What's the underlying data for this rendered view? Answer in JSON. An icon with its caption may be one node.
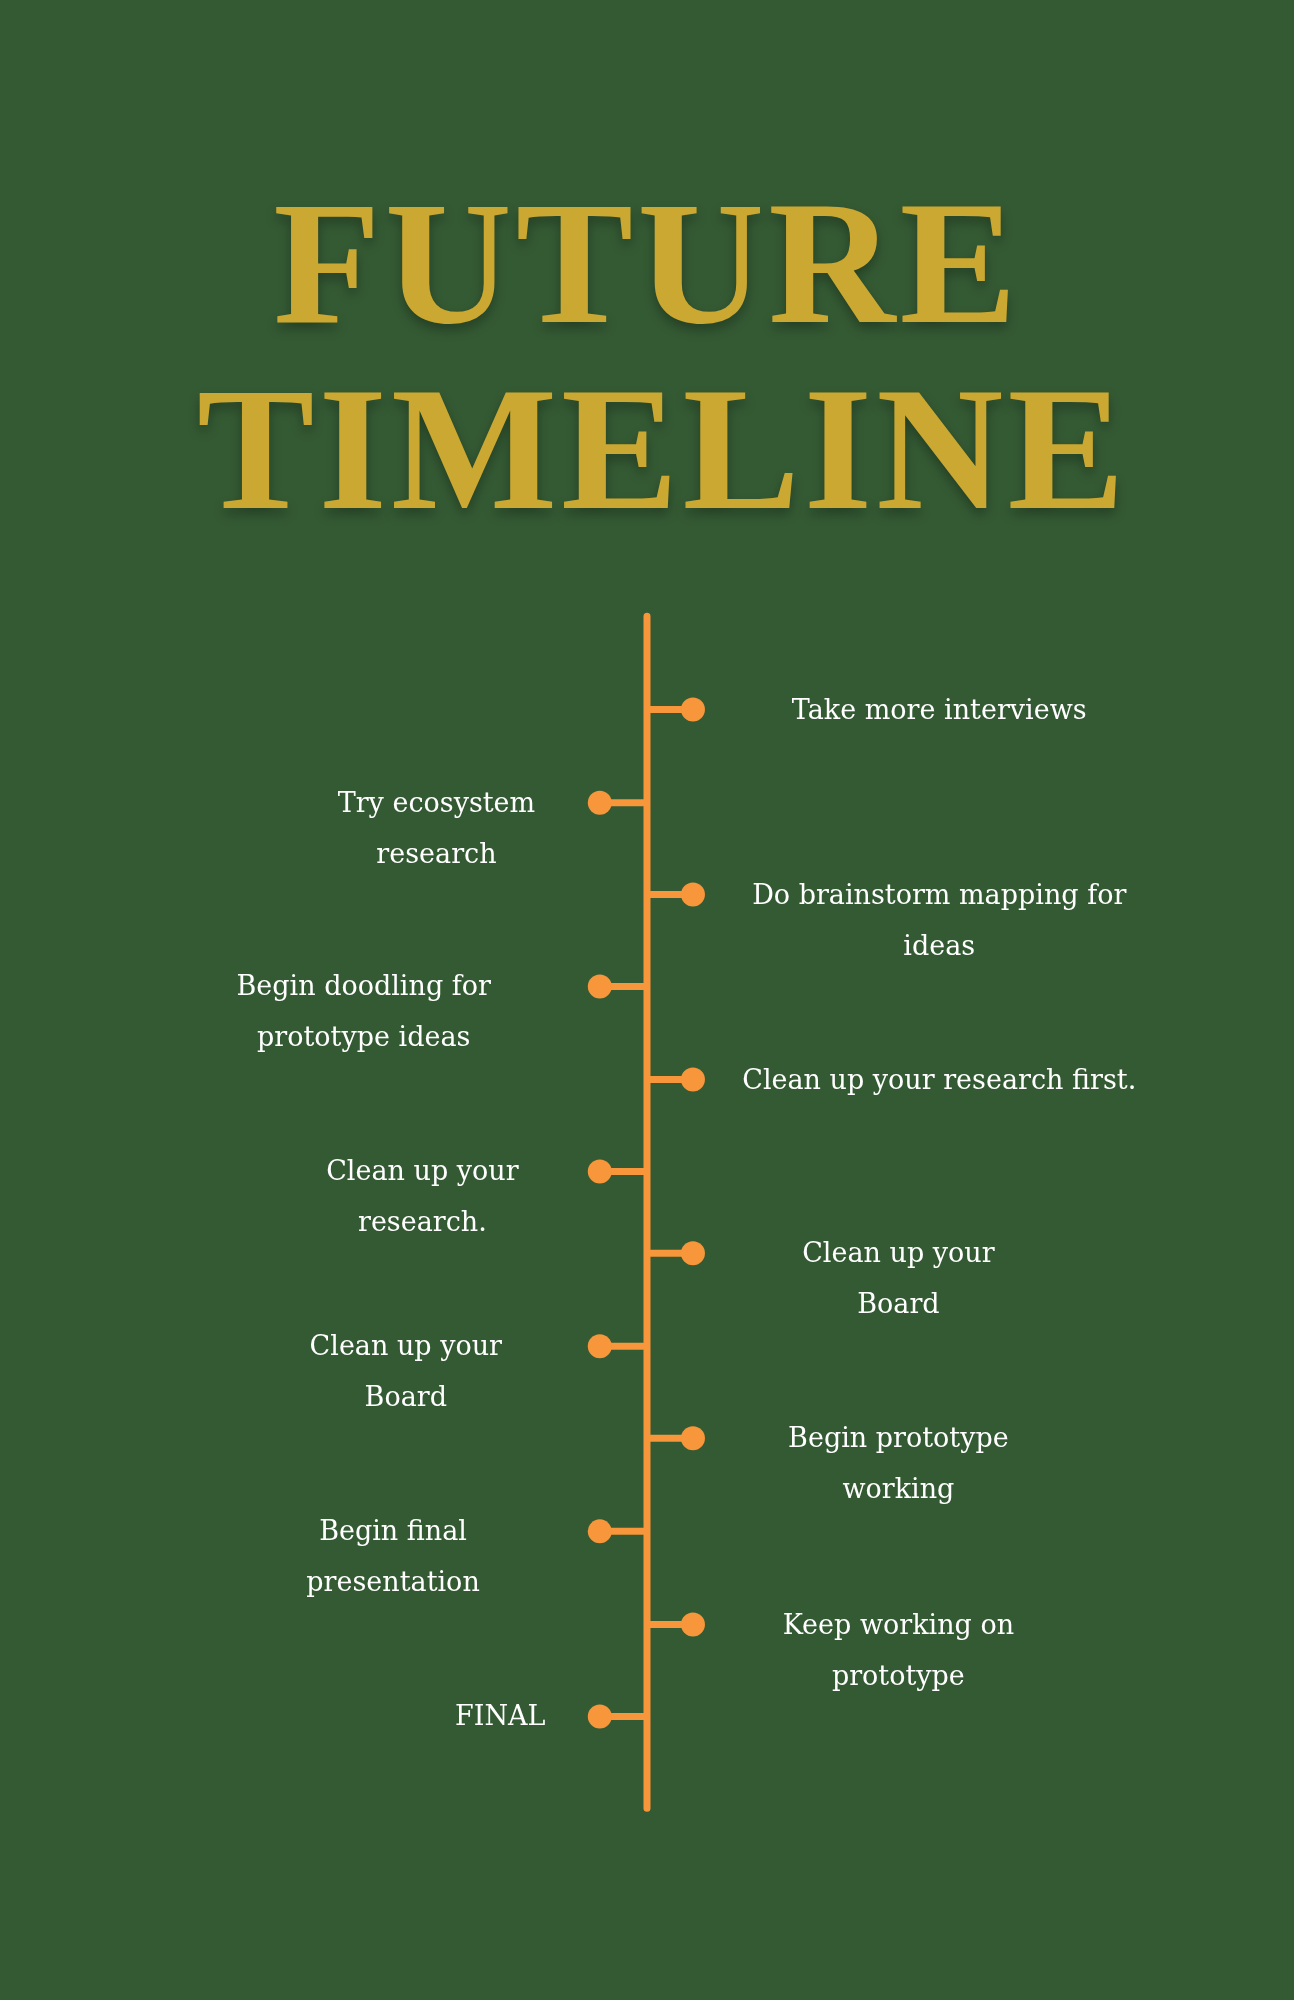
{
  "diagram": {
    "title": "FUTURE TIMELINE",
    "nodes": [
      {
        "text": [
          "Take more interviews"
        ]
      },
      {
        "text": [
          "Try ecosystem research"
        ]
      },
      {
        "text": [
          "Do brainstorm mapping for ideas"
        ]
      },
      {
        "text": [
          "Begin doodling for prototype ideas"
        ]
      },
      {
        "text": [
          "Clean up your research first."
        ]
      },
      {
        "text": [
          "Clean up your research."
        ]
      },
      {
        "text": [
          "Clean up your Board"
        ]
      },
      {
        "text": [
          "Clean up your Board"
        ]
      },
      {
        "text": [
          "Begin prototype working"
        ]
      },
      {
        "text": [
          "Begin final presentation"
        ]
      },
      {
        "text": [
          "Keep working on prototype"
        ]
      },
      {
        "text": [
          "FINAL"
        ]
      }
    ]
  }
}
